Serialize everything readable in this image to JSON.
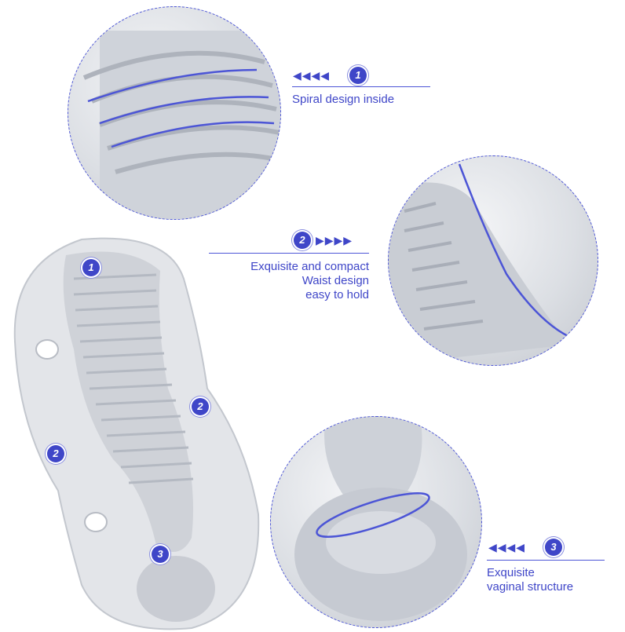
{
  "callouts": [
    {
      "number": "1",
      "arrows": "◀◀◀◀",
      "text": "Spiral design inside"
    },
    {
      "number": "2",
      "arrows": "▶▶▶▶",
      "lines": [
        "Exquisite and compact",
        "Waist design",
        "easy to hold"
      ]
    },
    {
      "number": "3",
      "arrows": "◀◀◀◀",
      "lines": [
        "Exquisite",
        "vaginal structure"
      ]
    }
  ],
  "product_markers": [
    "1",
    "2",
    "2",
    "3"
  ],
  "colors": {
    "accent": "#3f46c8",
    "background": "#ffffff",
    "material": "#d9dce2"
  }
}
